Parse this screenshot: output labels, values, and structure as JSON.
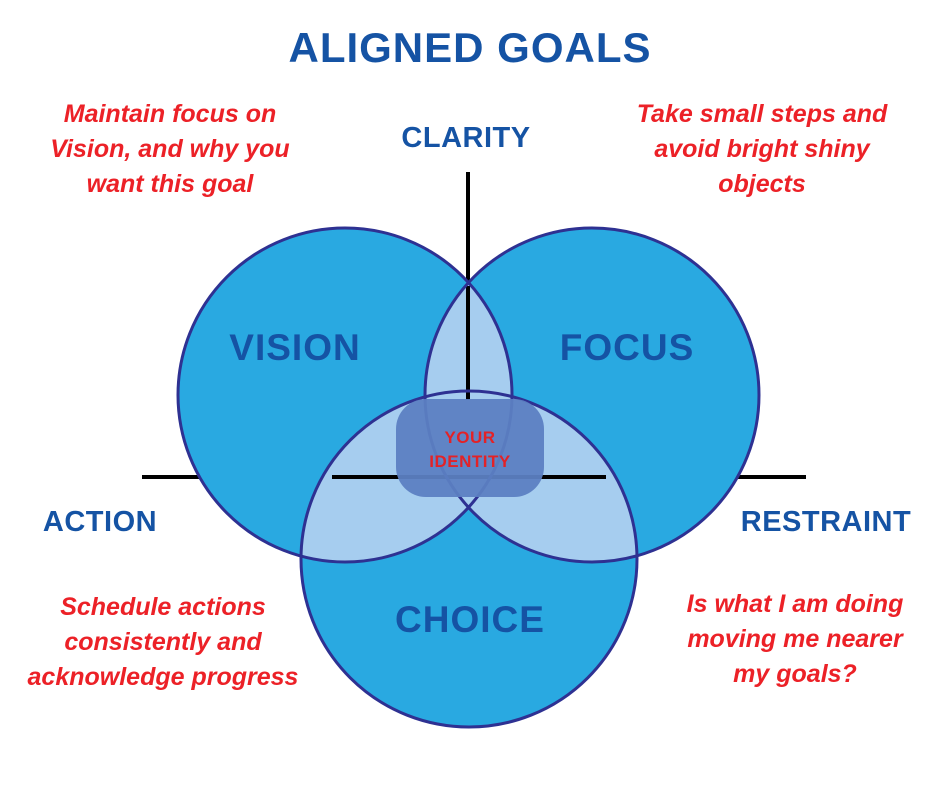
{
  "title": "ALIGNED GOALS",
  "axes": {
    "top": "CLARITY",
    "left": "ACTION",
    "right": "RESTRAINT"
  },
  "circles": [
    {
      "label": "VISION"
    },
    {
      "label": "FOCUS"
    },
    {
      "label": "CHOICE"
    }
  ],
  "center": {
    "line1": "YOUR",
    "line2": "IDENTITY"
  },
  "annotations": {
    "top_left": {
      "lines": [
        "Maintain focus on",
        "Vision, and why you",
        "want this goal"
      ]
    },
    "top_right": {
      "lines": [
        "Take small steps and",
        "avoid bright shiny",
        "objects"
      ]
    },
    "bottom_left": {
      "lines": [
        "Schedule actions",
        "consistently and",
        "acknowledge progress"
      ]
    },
    "bottom_right": {
      "lines": [
        "Is what I am doing",
        "moving me nearer",
        "my goals?"
      ]
    }
  },
  "colors": {
    "heading_blue": "#1553A4",
    "annotation_red": "#EC2127",
    "circle_fill": "#29A9E1",
    "circle_stroke": "#2E3192",
    "overlap_fill": "#A6CDEF",
    "center_fill": "#5C7FC2",
    "line_black": "#000000",
    "center_text_red": "#E32227"
  }
}
